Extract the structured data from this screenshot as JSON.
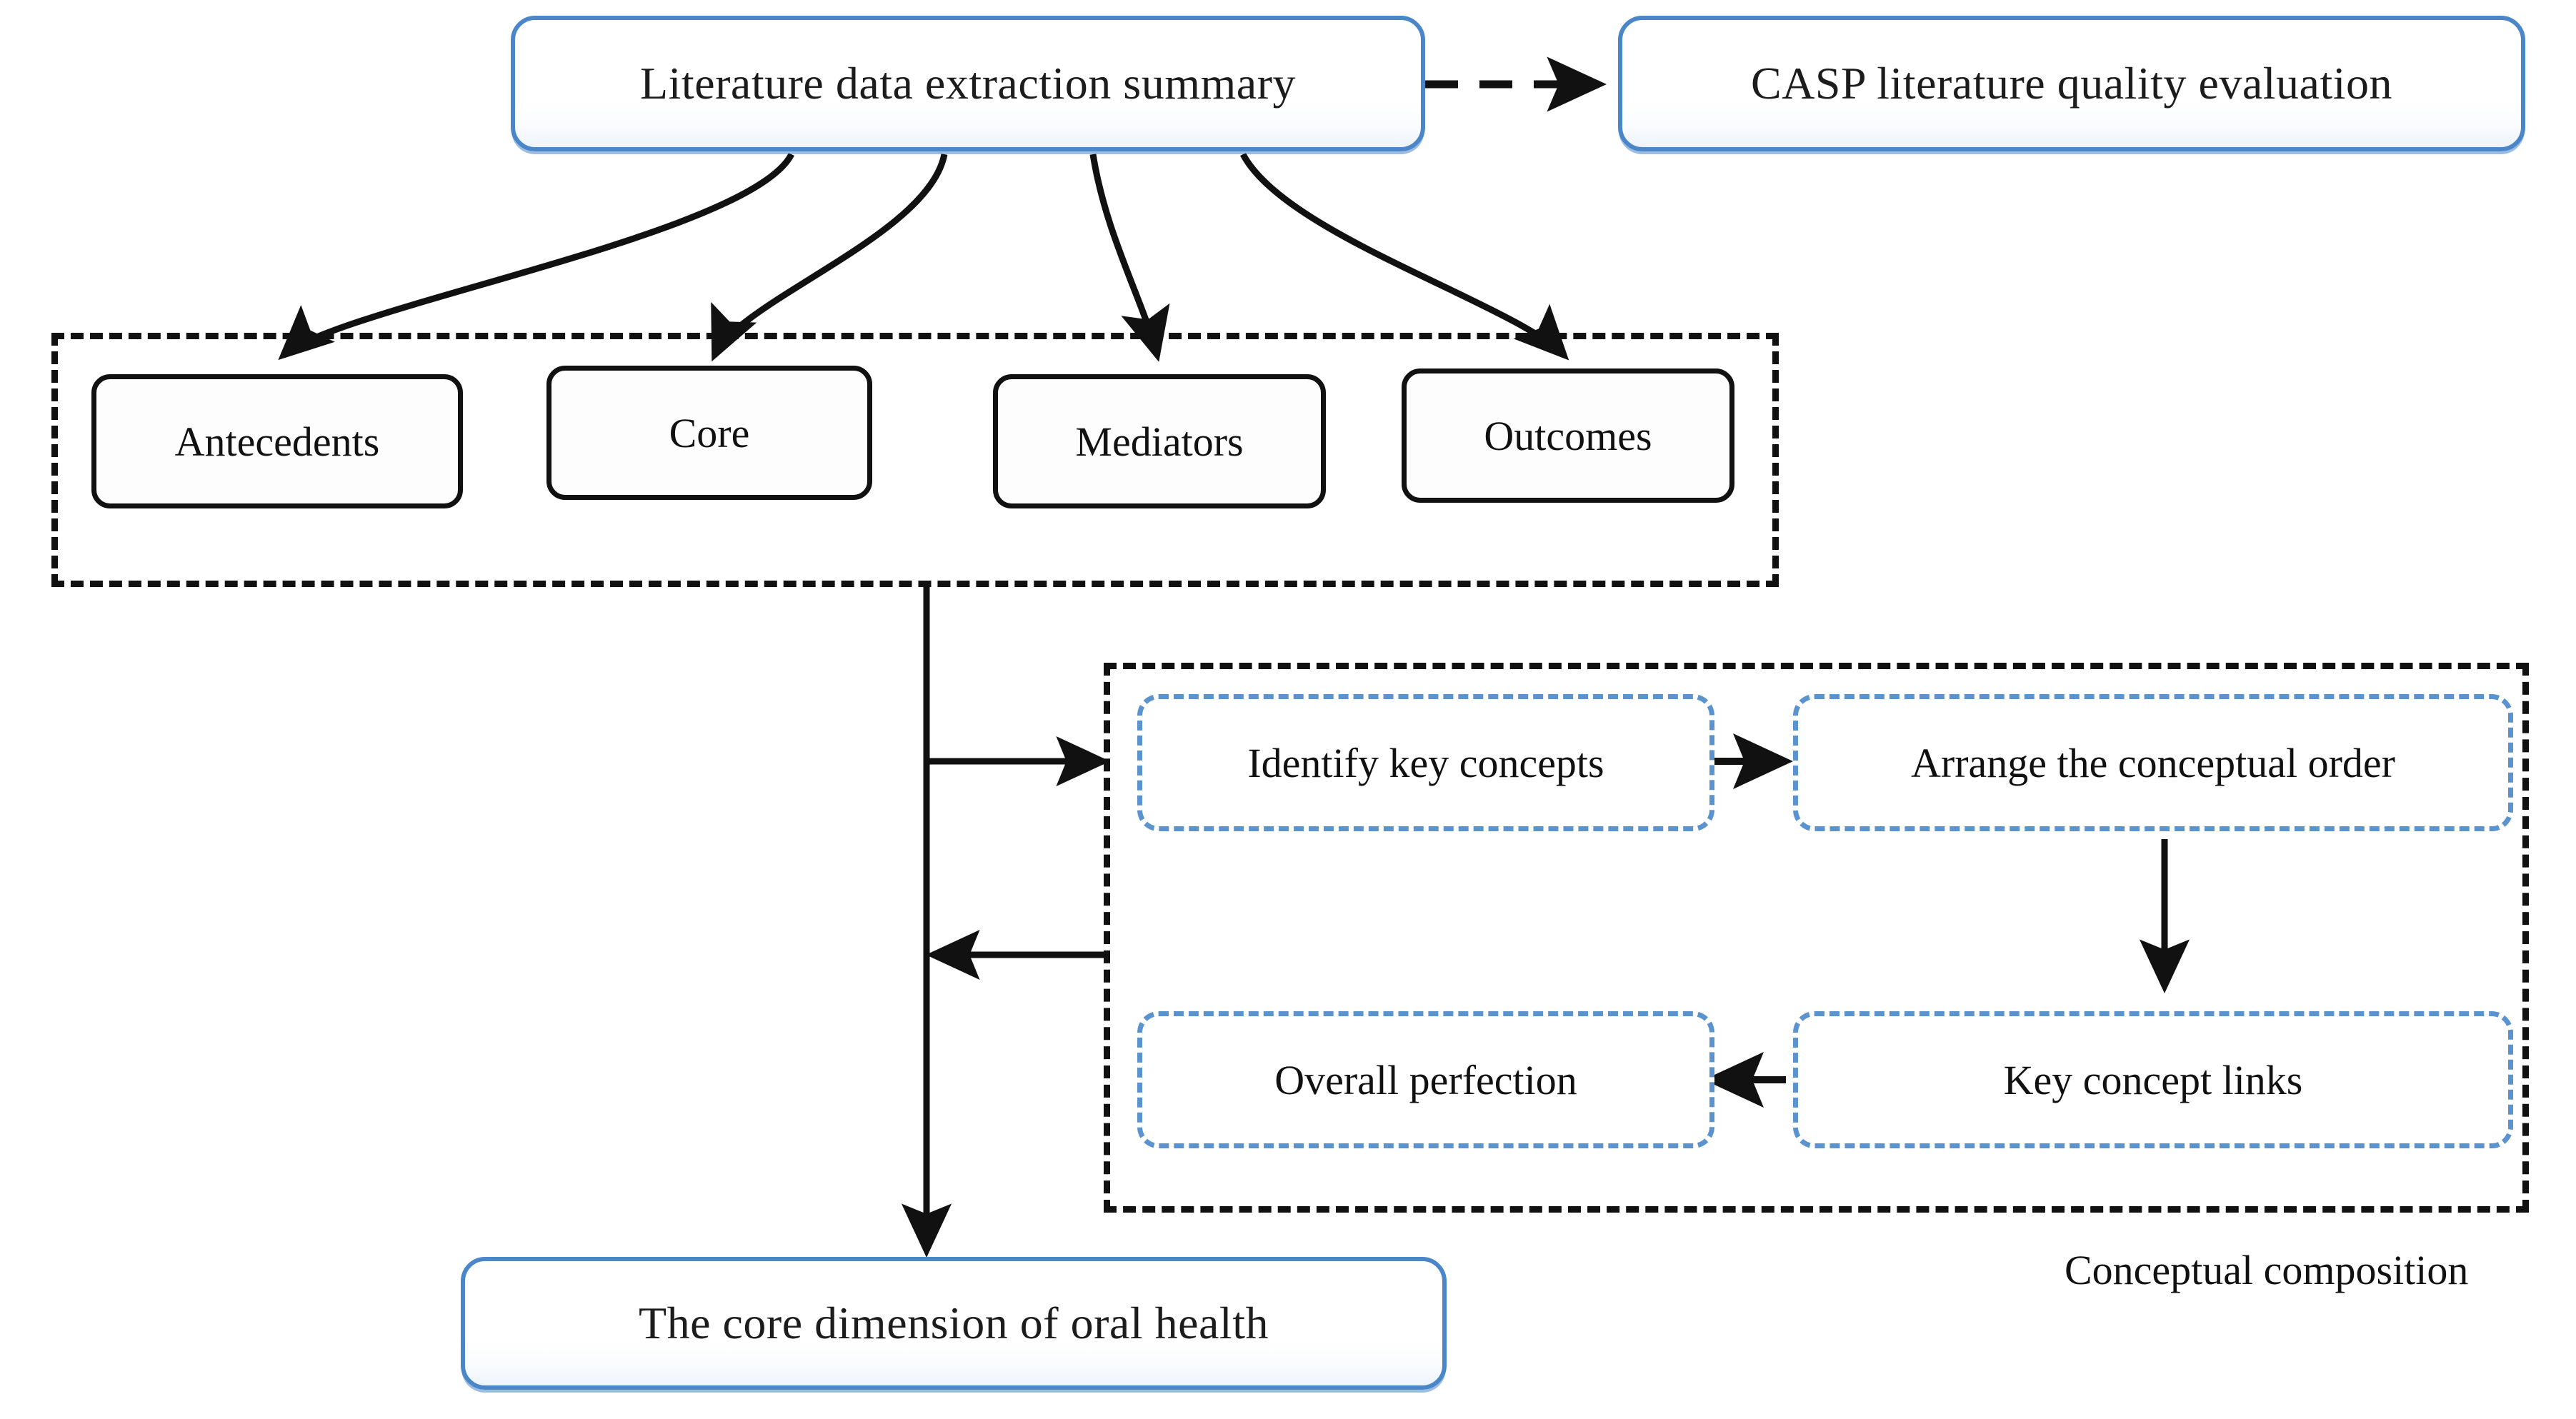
{
  "diagram": {
    "title_box": {
      "label": "Literature data extraction summary"
    },
    "quality_box": {
      "label": "CASP literature quality evaluation"
    },
    "dimension_group": {
      "boxes": [
        {
          "label": "Antecedents"
        },
        {
          "label": "Core"
        },
        {
          "label": "Mediators"
        },
        {
          "label": "Outcomes"
        }
      ]
    },
    "conceptual_group": {
      "caption": "Conceptual composition",
      "steps": [
        {
          "label": "Identify key concepts"
        },
        {
          "label": "Arrange the conceptual order"
        },
        {
          "label": "Key concept links"
        },
        {
          "label": "Overall perfection"
        }
      ]
    },
    "result_box": {
      "label": "The core dimension of oral health"
    },
    "colors": {
      "blue_border": "#4a86c8",
      "blue_dash": "#5b93cf",
      "black": "#111111",
      "background": "#ffffff"
    }
  }
}
